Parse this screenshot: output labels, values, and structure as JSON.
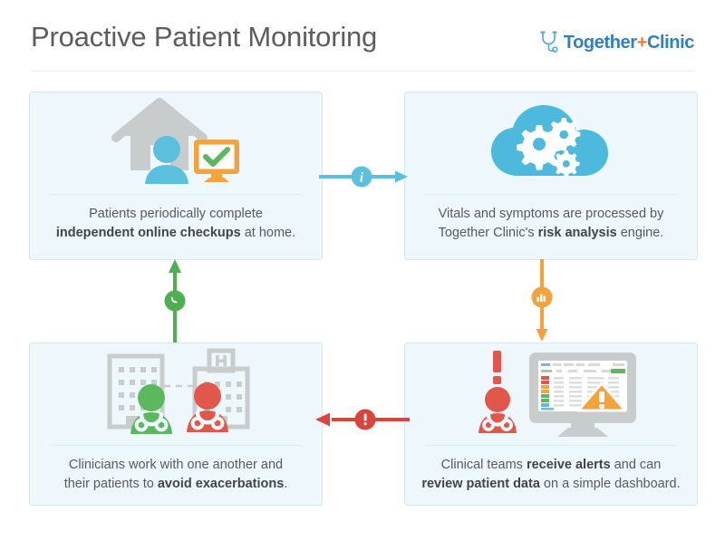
{
  "header": {
    "title": "Proactive Patient Monitoring",
    "logo": {
      "icon": "stethoscope-icon",
      "text_part1": "Together",
      "plus": "+",
      "text_part2": "Clinic",
      "brand_color": "#2f7fc4",
      "plus_color": "#ef7e31"
    }
  },
  "cards": [
    {
      "id": "card-1",
      "name": "patients-complete-checkups-card",
      "icons": [
        "house-icon",
        "person-icon",
        "monitor-check-icon"
      ],
      "caption_line1": "Patients periodically complete",
      "caption_bold": "independent online checkups",
      "caption_line2_tail": " at home.",
      "colors": {
        "house": "#c9cccd",
        "person": "#5bbfdd",
        "monitor": "#f2a33c",
        "check": "#5cb85c"
      }
    },
    {
      "id": "card-2",
      "name": "risk-analysis-engine-card",
      "icons": [
        "cloud-gears-icon"
      ],
      "caption_line1": "Vitals and symptoms are processed by",
      "caption_line2_head": "Together Clinic's ",
      "caption_bold": "risk analysis",
      "caption_line2_tail": " engine.",
      "colors": {
        "cloud": "#4cb9dd",
        "gears": "#ffffff"
      }
    },
    {
      "id": "card-3",
      "name": "clinicians-collaborate-card",
      "icons": [
        "office-building-icon",
        "hospital-building-icon",
        "clinician-green-icon",
        "clinician-red-icon"
      ],
      "caption_line1": "Clinicians work with one another and",
      "caption_line2_head": "their patients to ",
      "caption_bold": "avoid exacerbations",
      "caption_line2_tail": ".",
      "colors": {
        "buildings": "#c9cccd",
        "clinician_a": "#5cb85c",
        "clinician_b": "#e2574c"
      }
    },
    {
      "id": "card-4",
      "name": "clinical-alerts-dashboard-card",
      "icons": [
        "clinician-alert-icon",
        "exclamation-icon",
        "dashboard-monitor-icon",
        "warning-triangle-icon"
      ],
      "caption_line1_head": "Clinical teams ",
      "caption_bold1": "receive alerts",
      "caption_line1_tail": " and can",
      "caption_bold2": "review patient data",
      "caption_line2_tail": " on a simple dashboard.",
      "colors": {
        "clinician": "#e2574c",
        "monitor": "#c9cccd",
        "warning": "#f2a33c"
      }
    }
  ],
  "connectors": [
    {
      "id": "conn-top",
      "name": "connector-card1-to-card2",
      "direction": "right",
      "badge_icon": "info-icon",
      "badge_glyph": "i",
      "color": "#5bbfdd"
    },
    {
      "id": "conn-right",
      "name": "connector-card2-to-card4",
      "direction": "down",
      "badge_icon": "bar-chart-icon",
      "badge_glyph": "",
      "color": "#f2a33c"
    },
    {
      "id": "conn-bottom",
      "name": "connector-card4-to-card3",
      "direction": "left",
      "badge_icon": "exclamation-icon",
      "badge_glyph": "!",
      "color": "#d9453c"
    },
    {
      "id": "conn-left",
      "name": "connector-card3-to-card1",
      "direction": "up",
      "badge_icon": "phone-icon",
      "badge_glyph": "",
      "color": "#4caf50"
    }
  ]
}
